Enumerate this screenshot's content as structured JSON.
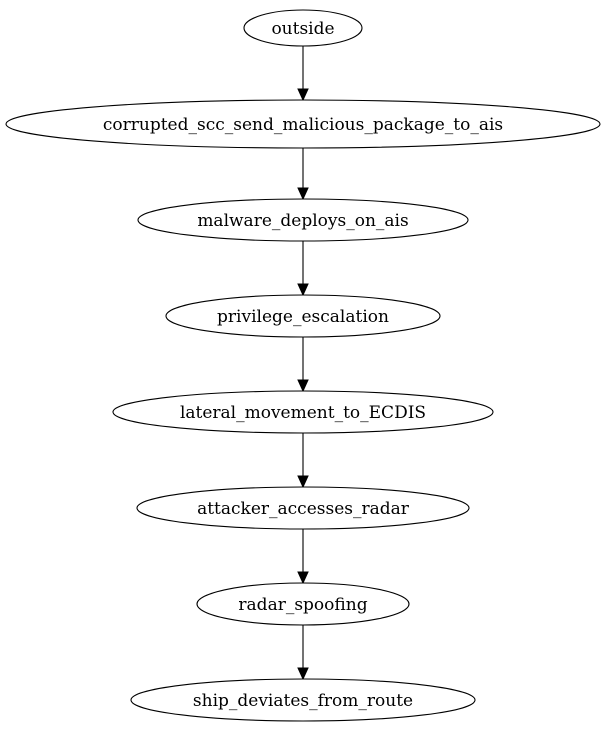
{
  "diagram": {
    "type": "directed-graph",
    "nodes": [
      {
        "id": "outside",
        "label": "outside"
      },
      {
        "id": "corrupted_scc_send_malicious_package_to_ais",
        "label": "corrupted_scc_send_malicious_package_to_ais"
      },
      {
        "id": "malware_deploys_on_ais",
        "label": "malware_deploys_on_ais"
      },
      {
        "id": "privilege_escalation",
        "label": "privilege_escalation"
      },
      {
        "id": "lateral_movement_to_ECDIS",
        "label": "lateral_movement_to_ECDIS"
      },
      {
        "id": "attacker_accesses_radar",
        "label": "attacker_accesses_radar"
      },
      {
        "id": "radar_spoofing",
        "label": "radar_spoofing"
      },
      {
        "id": "ship_deviates_from_route",
        "label": "ship_deviates_from_route"
      }
    ],
    "edges": [
      {
        "from": "outside",
        "to": "corrupted_scc_send_malicious_package_to_ais"
      },
      {
        "from": "corrupted_scc_send_malicious_package_to_ais",
        "to": "malware_deploys_on_ais"
      },
      {
        "from": "malware_deploys_on_ais",
        "to": "privilege_escalation"
      },
      {
        "from": "privilege_escalation",
        "to": "lateral_movement_to_ECDIS"
      },
      {
        "from": "lateral_movement_to_ECDIS",
        "to": "attacker_accesses_radar"
      },
      {
        "from": "attacker_accesses_radar",
        "to": "radar_spoofing"
      },
      {
        "from": "radar_spoofing",
        "to": "ship_deviates_from_route"
      }
    ]
  }
}
